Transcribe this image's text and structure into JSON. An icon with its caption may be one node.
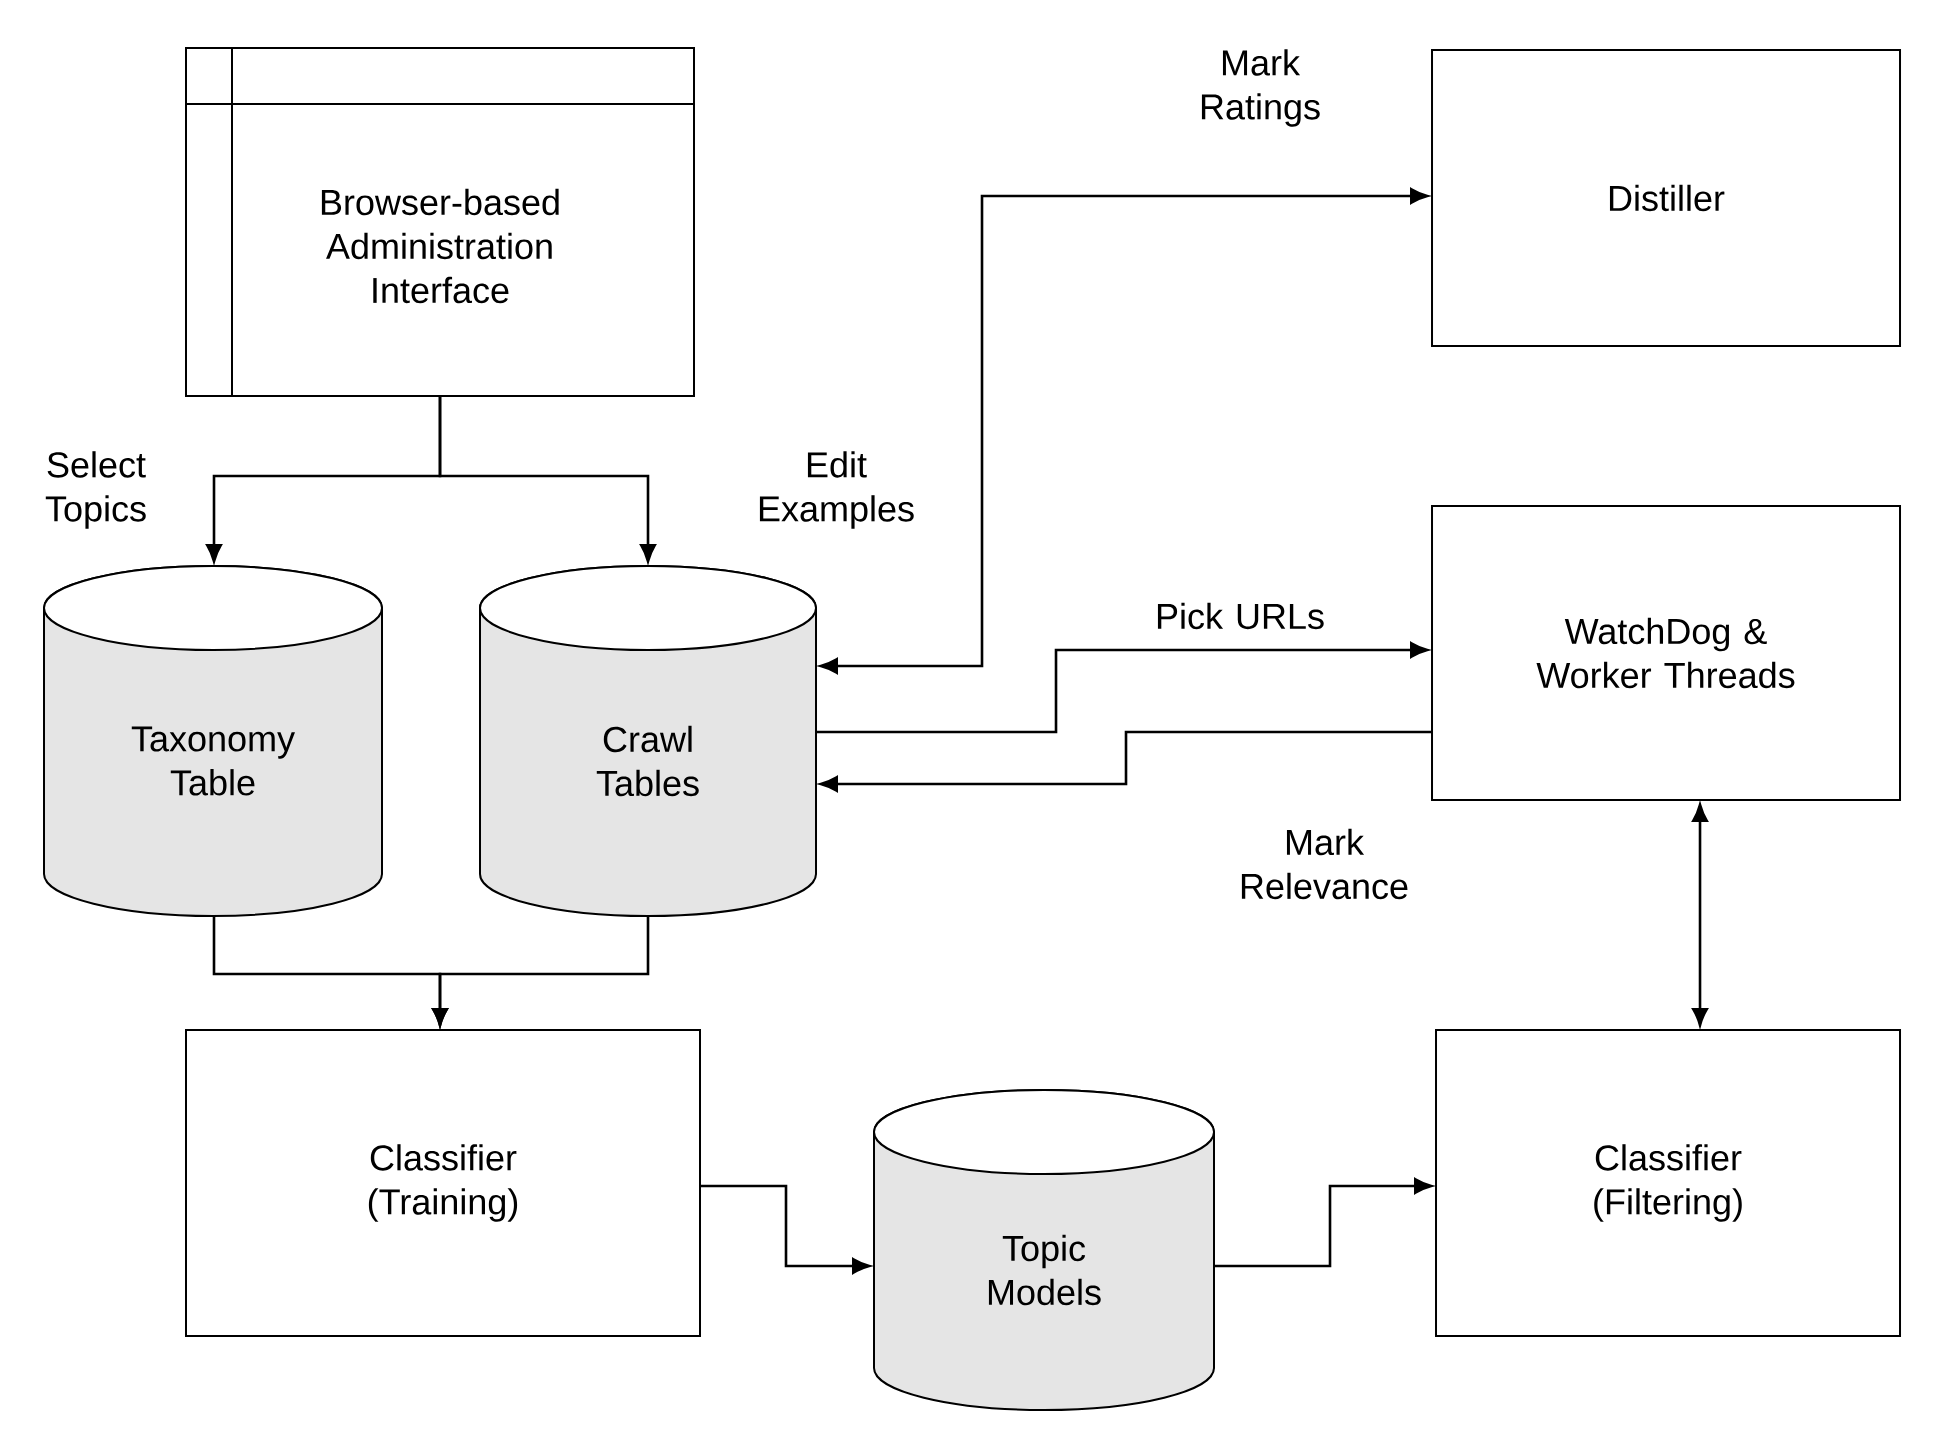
{
  "diagram": {
    "nodes": [
      {
        "text": [
          "Browser-based Administration Interface"
        ]
      },
      {
        "text": [
          "Taxonomy Table"
        ]
      },
      {
        "text": [
          "Crawl Tables"
        ]
      },
      {
        "text": [
          "Distiller"
        ]
      },
      {
        "text": [
          "WatchDog & Worker Threads"
        ]
      },
      {
        "text": [
          "Classifier (Training)"
        ]
      },
      {
        "text": [
          "Topic Models"
        ]
      },
      {
        "text": [
          "Classifier (Filtering)"
        ]
      }
    ],
    "edges": [
      {
        "from": 0,
        "to": 1,
        "arrow": "to",
        "label": "Select Topics"
      },
      {
        "from": 0,
        "to": 2,
        "arrow": "to",
        "label": "Edit Examples"
      },
      {
        "from": 2,
        "to": 3,
        "arrow": "both",
        "label": "Mark Ratings"
      },
      {
        "from": 2,
        "to": 4,
        "arrow": "to",
        "label": "Pick URLs"
      },
      {
        "from": 4,
        "to": 2,
        "arrow": "to",
        "label": "Mark Relevance"
      },
      {
        "from": 1,
        "to": 5,
        "arrow": "to"
      },
      {
        "from": 2,
        "to": 5,
        "arrow": "to"
      },
      {
        "from": 5,
        "to": 6,
        "arrow": "to"
      },
      {
        "from": 6,
        "to": 7,
        "arrow": "to"
      },
      {
        "from": 4,
        "to": 7,
        "arrow": "both"
      }
    ]
  }
}
